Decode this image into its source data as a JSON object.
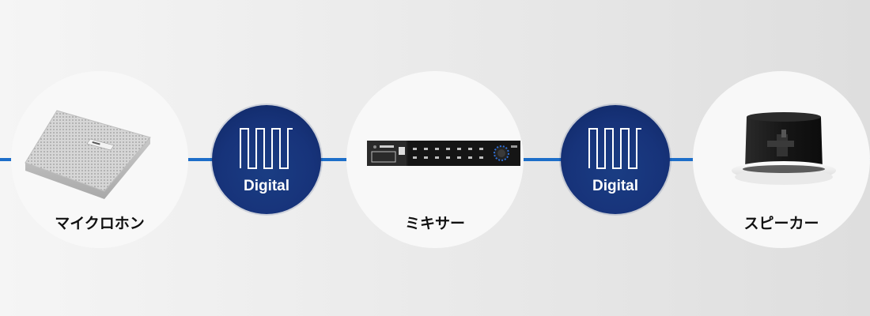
{
  "diagram": {
    "nodes": [
      {
        "id": "microphone",
        "label": "マイクロホン",
        "icon": "ceiling-microphone-icon"
      },
      {
        "id": "mixer",
        "label": "ミキサー",
        "icon": "mixer-icon"
      },
      {
        "id": "speaker",
        "label": "スピーカー",
        "icon": "ceiling-speaker-icon"
      }
    ],
    "links": [
      {
        "from": "microphone",
        "to": "mixer",
        "label": "Digital",
        "icon": "digital-signal-icon"
      },
      {
        "from": "mixer",
        "to": "speaker",
        "label": "Digital",
        "icon": "digital-signal-icon"
      }
    ],
    "colors": {
      "connector": "#1d6ec9",
      "badge": "#17337a",
      "node_bg": "#f8f8f8"
    }
  }
}
